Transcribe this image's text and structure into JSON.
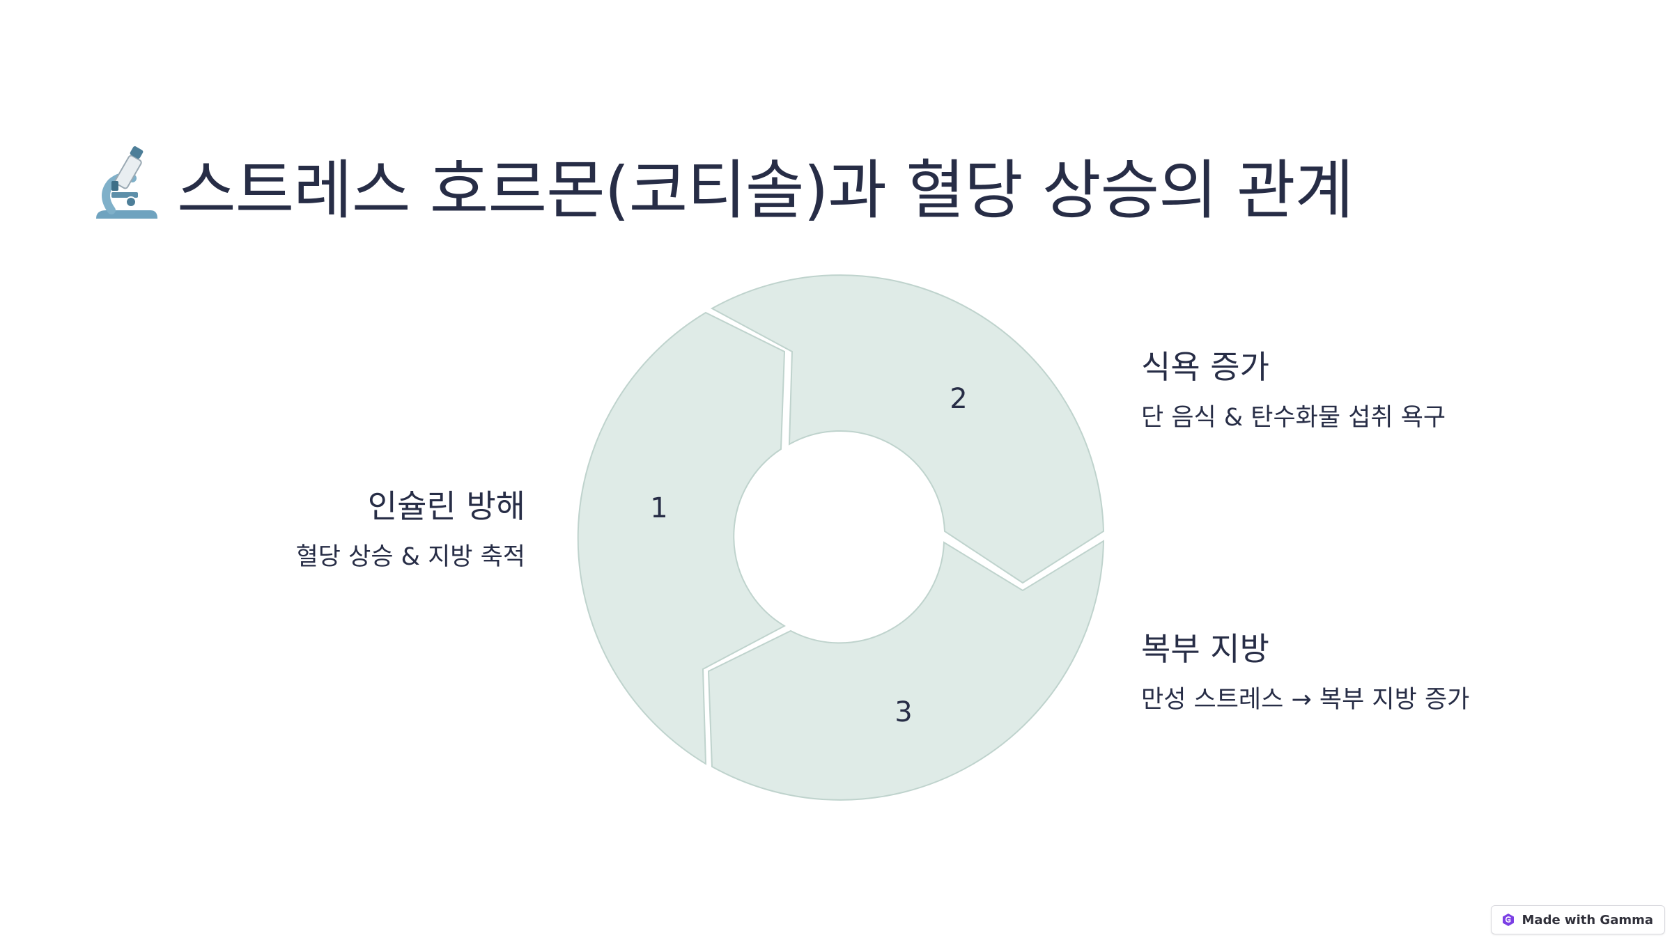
{
  "title": {
    "icon": "microscope-icon",
    "text": "스트레스 호르몬(코티솔)과 혈당 상승의 관계"
  },
  "cycle": {
    "segment_color": "#dfebe7",
    "segment_stroke": "#bfd3cd",
    "steps": [
      {
        "number": "1",
        "title": "인슐린 방해",
        "description": "혈당 상승 & 지방 축적"
      },
      {
        "number": "2",
        "title": "식욕 증가",
        "description": "단 음식 & 탄수화물 섭취 욕구"
      },
      {
        "number": "3",
        "title": "복부 지방",
        "description": "만성 스트레스 → 복부 지방 증가"
      }
    ]
  },
  "badge": {
    "icon": "gamma-logo-icon",
    "label": "Made with Gamma"
  }
}
